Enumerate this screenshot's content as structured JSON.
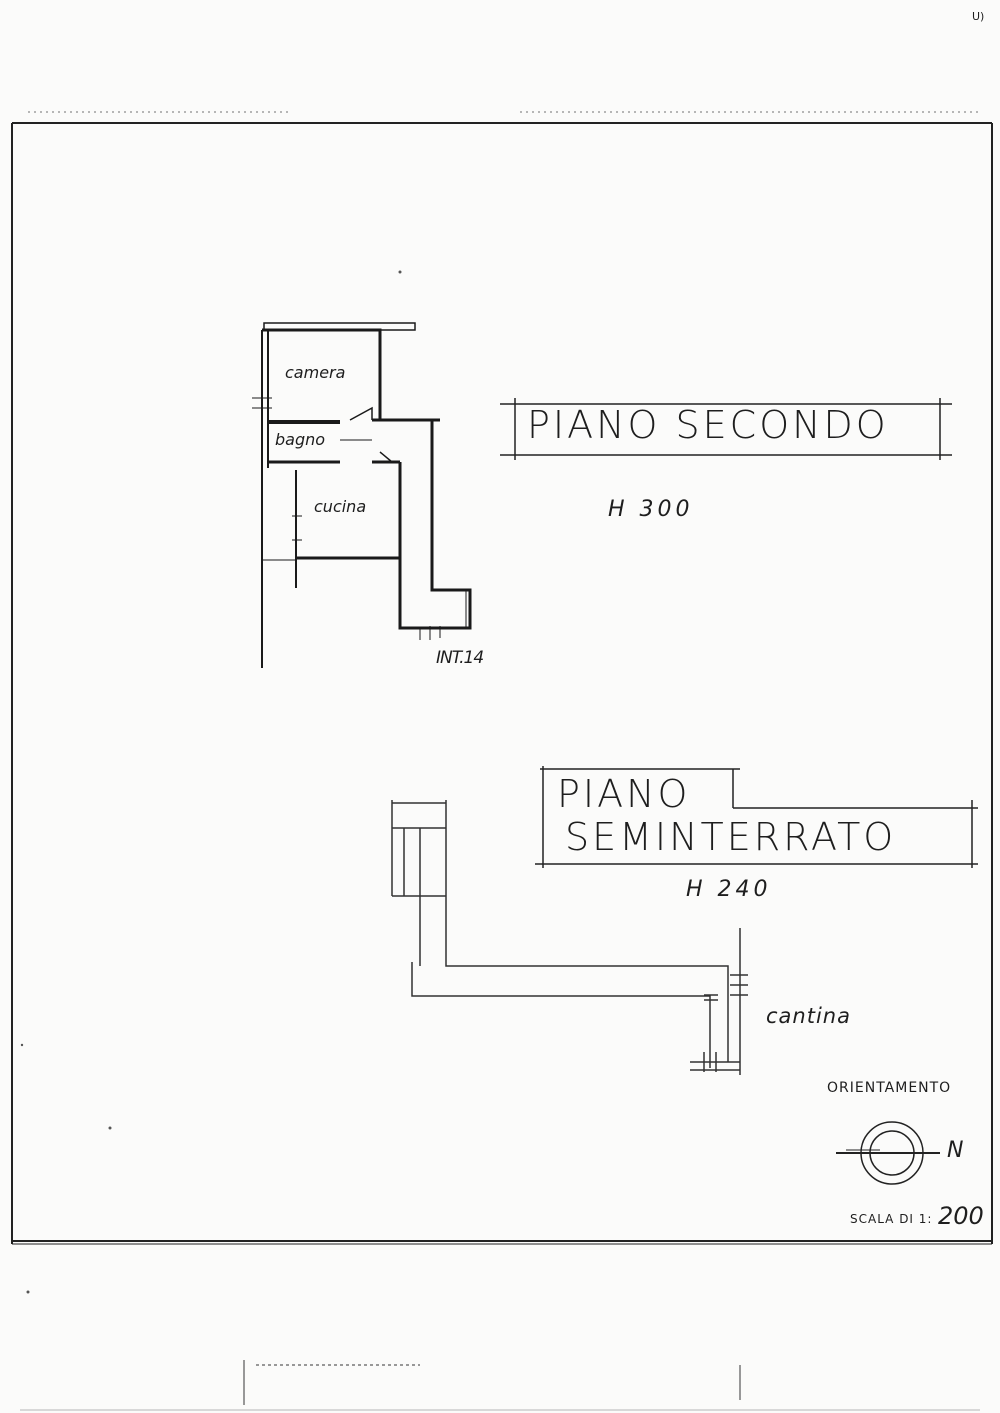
{
  "corner_mark": "U)",
  "floor_upper": {
    "title": "PIANO SECONDO",
    "height": "H 300",
    "rooms": {
      "camera": "camera",
      "bagno": "bagno",
      "cucina": "cucina"
    },
    "unit": "INT.14"
  },
  "floor_lower": {
    "title_line1": "PIANO",
    "title_line2": "SEMINTERRATO",
    "height": "H 240",
    "room": "cantina"
  },
  "orientation": {
    "label": "ORIENTAMENTO",
    "north": "N"
  },
  "scale": {
    "label": "SCALA DI 1:",
    "value": "200"
  }
}
